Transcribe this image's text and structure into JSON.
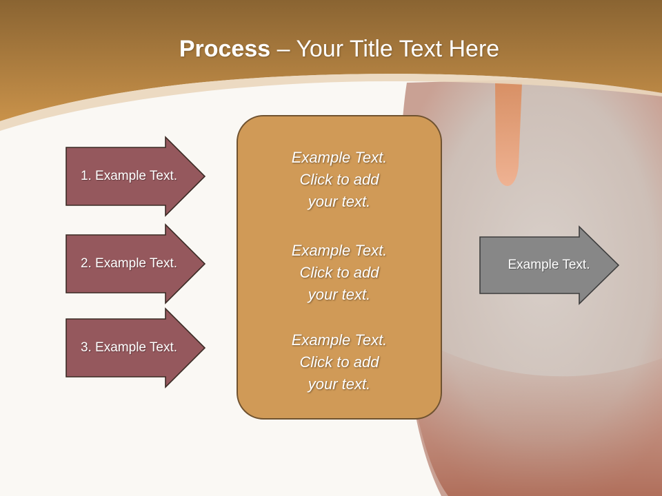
{
  "slide": {
    "title_bold": "Process",
    "title_rest": " – Your Title Text Here"
  },
  "arrows": [
    {
      "label": "1. Example Text."
    },
    {
      "label": "2. Example Text."
    },
    {
      "label": "3. Example Text."
    }
  ],
  "center_box": {
    "blocks": [
      {
        "lines": [
          "Example Text.",
          "Click  to add",
          "your text."
        ]
      },
      {
        "lines": [
          "Example Text.",
          "Click  to add",
          "your text."
        ]
      },
      {
        "lines": [
          "Example Text.",
          "Click  to add",
          "your text."
        ]
      }
    ]
  },
  "output_arrow": {
    "label": "Example Text."
  },
  "colors": {
    "header": "#c28a43",
    "arrow_fill": "#95585d",
    "box_fill": "#d09a57",
    "output_fill": "#878787"
  }
}
